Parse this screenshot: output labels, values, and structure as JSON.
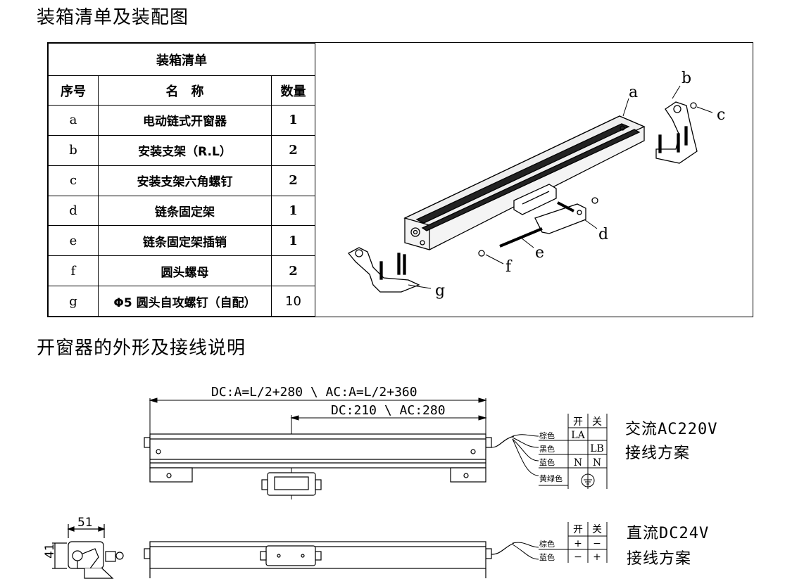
{
  "titles": {
    "packing": "装箱清单及装配图",
    "appearance": "开窗器的外形及接线说明"
  },
  "packing_list": {
    "caption": "装箱清单",
    "headers": {
      "no": "序号",
      "name": "名　称",
      "qty": "数量"
    },
    "rows": [
      {
        "no": "a",
        "name": "电动链式开窗器",
        "qty": "1"
      },
      {
        "no": "b",
        "name": "安装支架（R.L）",
        "qty": "2"
      },
      {
        "no": "c",
        "name": "安装支架六角螺钉",
        "qty": "2"
      },
      {
        "no": "d",
        "name": "链条固定架",
        "qty": "1"
      },
      {
        "no": "e",
        "name": "链条固定架插销",
        "qty": "1"
      },
      {
        "no": "f",
        "name": "圆头螺母",
        "qty": "2"
      },
      {
        "no": "g",
        "name": "Φ5 圆头自攻螺钉（自配）",
        "qty": "10"
      }
    ]
  },
  "assembly_labels": {
    "a": "a",
    "b": "b",
    "c": "c",
    "d": "d",
    "e": "e",
    "f": "f",
    "g": "g"
  },
  "dimensions": {
    "dim_a": "DC:A=L/2+280 \\ AC:A=L/2+360",
    "dim_b": "DC:210 \\ AC:280",
    "width": "51",
    "height": "41"
  },
  "ac_wiring": {
    "title_line1": "交流AC220V",
    "title_line2": "接线方案",
    "col_open": "开",
    "col_close": "关",
    "rows": [
      {
        "wire": "棕色",
        "open": "LA",
        "close": ""
      },
      {
        "wire": "黑色",
        "open": "",
        "close": "LB"
      },
      {
        "wire": "蓝色",
        "open": "N",
        "close": "N"
      },
      {
        "wire": "黄绿色",
        "open": "ground",
        "close": ""
      }
    ]
  },
  "dc_wiring": {
    "title_line1": "直流DC24V",
    "title_line2": "接线方案",
    "col_open": "开",
    "col_close": "关",
    "rows": [
      {
        "wire": "棕色",
        "open": "+",
        "close": "−"
      },
      {
        "wire": "蓝色",
        "open": "−",
        "close": "+"
      }
    ]
  }
}
